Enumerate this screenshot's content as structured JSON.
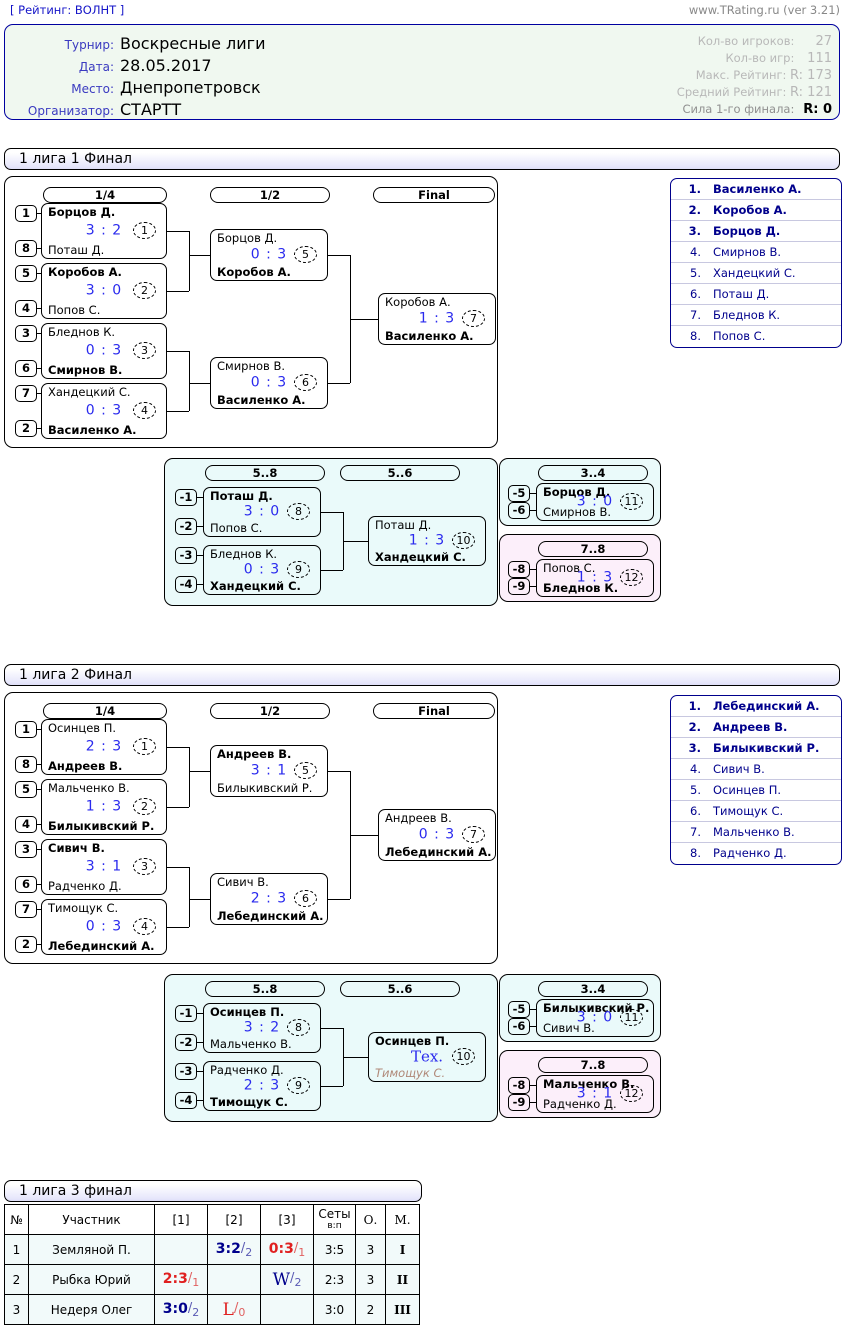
{
  "topbar": {
    "rating_tag": "[ Рейтинг: ВОЛНТ ]",
    "site": "www.TRating.ru (ver 3.21)"
  },
  "info": {
    "rows": [
      {
        "label": "Турнир:",
        "value": "Воскресные лиги"
      },
      {
        "label": "Дата:",
        "value": "28.05.2017"
      },
      {
        "label": "Место:",
        "value": "Днепропетровск"
      },
      {
        "label": "Организатор:",
        "value": "СТАРТТ"
      }
    ],
    "stats": [
      {
        "label": "Кол-во игроков:",
        "value": "27"
      },
      {
        "label": "Кол-во игр:",
        "value": "111"
      },
      {
        "label": "Макс. Рейтинг:",
        "value": "R: 173"
      },
      {
        "label": "Средний Рейтинг:",
        "value": "R: 121"
      },
      {
        "label": "Сила 1-го финала:",
        "value": "R:   0"
      }
    ]
  },
  "sections": [
    {
      "title": "1 лига 1 Финал",
      "rounds": {
        "qf": "1/4",
        "sf": "1/2",
        "final": "Final",
        "c58": "5..8",
        "c56": "5..6",
        "c34": "3..4",
        "c78": "7..8"
      },
      "qf": [
        {
          "seeds": [
            "1",
            "8"
          ],
          "top": "Борцов Д.",
          "bot": "Поташ Д.",
          "score": "3 : 2",
          "winner": "top",
          "game": "1"
        },
        {
          "seeds": [
            "5",
            "4"
          ],
          "top": "Коробов А.",
          "bot": "Попов С.",
          "score": "3 : 0",
          "winner": "top",
          "game": "2"
        },
        {
          "seeds": [
            "3",
            "6"
          ],
          "top": "Бледнов К.",
          "bot": "Смирнов В.",
          "score": "0 : 3",
          "winner": "bot",
          "game": "3"
        },
        {
          "seeds": [
            "7",
            "2"
          ],
          "top": "Хандецкий С.",
          "bot": "Василенко А.",
          "score": "0 : 3",
          "winner": "bot",
          "game": "4"
        }
      ],
      "sf": [
        {
          "top": "Борцов Д.",
          "bot": "Коробов А.",
          "score": "0 : 3",
          "winner": "bot",
          "game": "5"
        },
        {
          "top": "Смирнов В.",
          "bot": "Василенко А.",
          "score": "0 : 3",
          "winner": "bot",
          "game": "6"
        }
      ],
      "final": {
        "top": "Коробов А.",
        "bot": "Василенко А.",
        "score": "1 : 3",
        "winner": "bot",
        "game": "7"
      },
      "c58": [
        {
          "seeds": [
            "-1",
            "-2"
          ],
          "top": "Поташ Д.",
          "bot": "Попов С.",
          "score": "3 : 0",
          "winner": "top",
          "game": "8"
        },
        {
          "seeds": [
            "-3",
            "-4"
          ],
          "top": "Бледнов К.",
          "bot": "Хандецкий С.",
          "score": "0 : 3",
          "winner": "bot",
          "game": "9"
        }
      ],
      "c56": {
        "top": "Поташ Д.",
        "bot": "Хандецкий С.",
        "score": "1 : 3",
        "winner": "bot",
        "game": "10"
      },
      "c34": {
        "seeds": [
          "-5",
          "-6"
        ],
        "top": "Борцов Д.",
        "bot": "Смирнов В.",
        "score": "3 : 0",
        "winner": "top",
        "game": "11"
      },
      "c78": {
        "seeds": [
          "-8",
          "-9"
        ],
        "top": "Попов С.",
        "bot": "Бледнов К.",
        "score": "1 : 3",
        "winner": "bot",
        "game": "12"
      },
      "standings": [
        {
          "pos": "1.",
          "name": "Василенко А."
        },
        {
          "pos": "2.",
          "name": "Коробов А."
        },
        {
          "pos": "3.",
          "name": "Борцов Д."
        },
        {
          "pos": "4.",
          "name": "Смирнов В."
        },
        {
          "pos": "5.",
          "name": "Хандецкий С."
        },
        {
          "pos": "6.",
          "name": "Поташ Д."
        },
        {
          "pos": "7.",
          "name": "Бледнов К."
        },
        {
          "pos": "8.",
          "name": "Попов С."
        }
      ]
    },
    {
      "title": "1 лига 2 Финал",
      "rounds": {
        "qf": "1/4",
        "sf": "1/2",
        "final": "Final",
        "c58": "5..8",
        "c56": "5..6",
        "c34": "3..4",
        "c78": "7..8"
      },
      "qf": [
        {
          "seeds": [
            "1",
            "8"
          ],
          "top": "Осинцев П.",
          "bot": "Андреев В.",
          "score": "2 : 3",
          "winner": "bot",
          "game": "1"
        },
        {
          "seeds": [
            "5",
            "4"
          ],
          "top": "Мальченко В.",
          "bot": "Билыкивский Р.",
          "score": "1 : 3",
          "winner": "bot",
          "game": "2"
        },
        {
          "seeds": [
            "3",
            "6"
          ],
          "top": "Сивич В.",
          "bot": "Радченко Д.",
          "score": "3 : 1",
          "winner": "top",
          "game": "3"
        },
        {
          "seeds": [
            "7",
            "2"
          ],
          "top": "Тимощук С.",
          "bot": "Лебединский А.",
          "score": "0 : 3",
          "winner": "bot",
          "game": "4"
        }
      ],
      "sf": [
        {
          "top": "Андреев В.",
          "bot": "Билыкивский Р.",
          "score": "3 : 1",
          "winner": "top",
          "game": "5"
        },
        {
          "top": "Сивич В.",
          "bot": "Лебединский А.",
          "score": "2 : 3",
          "winner": "bot",
          "game": "6"
        }
      ],
      "final": {
        "top": "Андреев В.",
        "bot": "Лебединский А.",
        "score": "0 : 3",
        "winner": "bot",
        "game": "7"
      },
      "c58": [
        {
          "seeds": [
            "-1",
            "-2"
          ],
          "top": "Осинцев П.",
          "bot": "Мальченко В.",
          "score": "3 : 2",
          "winner": "top",
          "game": "8"
        },
        {
          "seeds": [
            "-3",
            "-4"
          ],
          "top": "Радченко Д.",
          "bot": "Тимощук С.",
          "score": "2 : 3",
          "winner": "bot",
          "game": "9"
        }
      ],
      "c56": {
        "top": "Осинцев П.",
        "bot": "Тимощук С.",
        "score": "Тех.",
        "winner": "top",
        "tech": true,
        "game": "10"
      },
      "c34": {
        "seeds": [
          "-5",
          "-6"
        ],
        "top": "Билыкивский Р.",
        "bot": "Сивич В.",
        "score": "3 : 0",
        "winner": "top",
        "game": "11"
      },
      "c78": {
        "seeds": [
          "-8",
          "-9"
        ],
        "top": "Мальченко В.",
        "bot": "Радченко Д.",
        "score": "3 : 1",
        "winner": "top",
        "game": "12"
      },
      "standings": [
        {
          "pos": "1.",
          "name": "Лебединский А."
        },
        {
          "pos": "2.",
          "name": "Андреев В."
        },
        {
          "pos": "3.",
          "name": "Билыкивский Р."
        },
        {
          "pos": "4.",
          "name": "Сивич В."
        },
        {
          "pos": "5.",
          "name": "Осинцев П."
        },
        {
          "pos": "6.",
          "name": "Тимощук С."
        },
        {
          "pos": "7.",
          "name": "Мальченко В."
        },
        {
          "pos": "8.",
          "name": "Радченко Д."
        }
      ]
    }
  ],
  "results_table": {
    "title": "1 лига 3 финал",
    "headers": [
      "№",
      "Участник",
      "[1]",
      "[2]",
      "[3]",
      "Сеты",
      "О.",
      "М."
    ],
    "sets_sub": "в:п",
    "rows": [
      {
        "num": "1",
        "name": "Земляной П.",
        "cells": [
          {
            "self": true
          },
          {
            "main": "3:2",
            "sub": "2",
            "result": "w"
          },
          {
            "main": "0:3",
            "sub": "1",
            "result": "l"
          }
        ],
        "sets": "3:5",
        "points": "3",
        "place": "I"
      },
      {
        "num": "2",
        "name": "Рыбка Юрий",
        "cells": [
          {
            "main": "2:3",
            "sub": "1",
            "result": "l"
          },
          {
            "self": true
          },
          {
            "main": "W",
            "sub": "2",
            "result": "w",
            "serif": true
          }
        ],
        "sets": "2:3",
        "points": "3",
        "place": "II"
      },
      {
        "num": "3",
        "name": "Недеря Олег",
        "cells": [
          {
            "main": "3:0",
            "sub": "2",
            "result": "w"
          },
          {
            "main": "L",
            "sub": "0",
            "result": "l",
            "serif": true
          },
          {
            "self": true
          }
        ],
        "sets": "3:0",
        "points": "2",
        "place": "III"
      }
    ]
  }
}
